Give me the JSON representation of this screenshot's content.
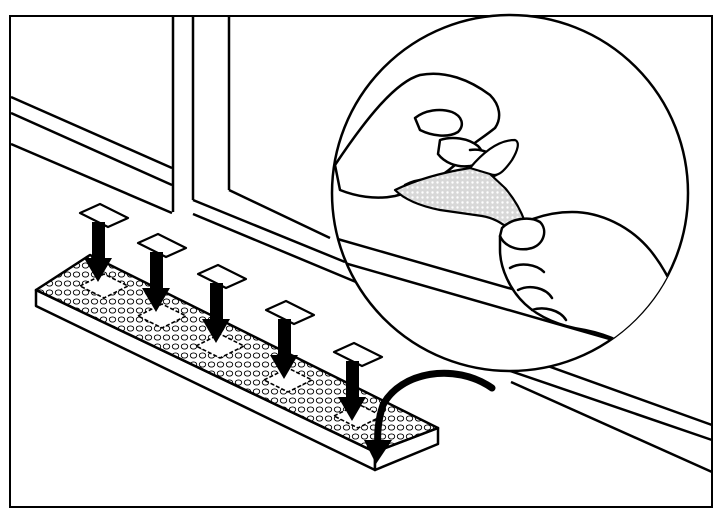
{
  "illustration": {
    "subject": "window-sill-strip-installation",
    "steps": [
      "peel-backing-from-adhesive-tab",
      "press-tabs-onto-strip",
      "place-strip-on-sill"
    ],
    "tab_count": 5,
    "line_color": "#000000",
    "background_color": "#ffffff"
  }
}
